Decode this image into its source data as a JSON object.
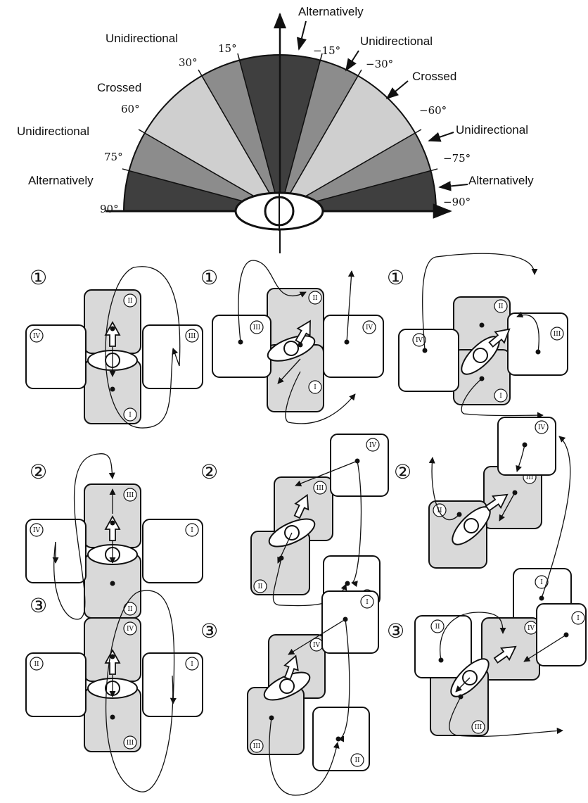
{
  "colors": {
    "dark": "#3f3f3f",
    "mid": "#8c8c8c",
    "light": "#cfcfcf",
    "room": "#d9d9d9",
    "white": "#ffffff",
    "ink": "#111111"
  },
  "fan": {
    "labels": {
      "alt_top": "Alternatively",
      "uni_tl": "Unidirectional",
      "uni_tr": "Unidirectional",
      "crossed_l": "Crossed",
      "crossed_r": "Crossed",
      "uni_ml": "Unidirectional",
      "uni_mr": "Unidirectional",
      "alt_l": "Alternatively",
      "alt_r": "Alternatively"
    },
    "degrees": {
      "d15": "15°",
      "dm15": "−15°",
      "d30": "30°",
      "dm30": "−30°",
      "d60": "60°",
      "dm60": "−60°",
      "d75": "75°",
      "dm75": "−75°",
      "d90": "90°",
      "dm90": "−90°"
    }
  },
  "panels": {
    "step_labels": [
      "①",
      "①",
      "①",
      "②",
      "②",
      "②",
      "③",
      "③",
      "③"
    ],
    "numerals": {
      "r1c1": {
        "top": "II",
        "bottom": "I",
        "left": "IV",
        "right": "III"
      },
      "r1c2": {
        "top": "II",
        "bottom": "I",
        "left": "III",
        "right": "IV"
      },
      "r1c3": {
        "top": "II",
        "bottom": "I",
        "left": "IV",
        "right": "III"
      },
      "r2c1": {
        "top": "III",
        "bottom": "II",
        "left": "IV",
        "right": "I"
      },
      "r2c2": {
        "top": "III",
        "bottom": "II",
        "tr": "IV",
        "br": "I"
      },
      "r2c3": {
        "top": "III",
        "left": "II",
        "tr": "IV",
        "br": "I"
      },
      "r3c1": {
        "top": "IV",
        "bottom": "III",
        "left": "II",
        "right": "I"
      },
      "r3c2": {
        "top": "IV",
        "bottom": "III",
        "tr": "I",
        "br": "II"
      },
      "r3c3": {
        "top": "IV",
        "bottom": "III",
        "tl": "II",
        "tr": "I"
      }
    }
  }
}
